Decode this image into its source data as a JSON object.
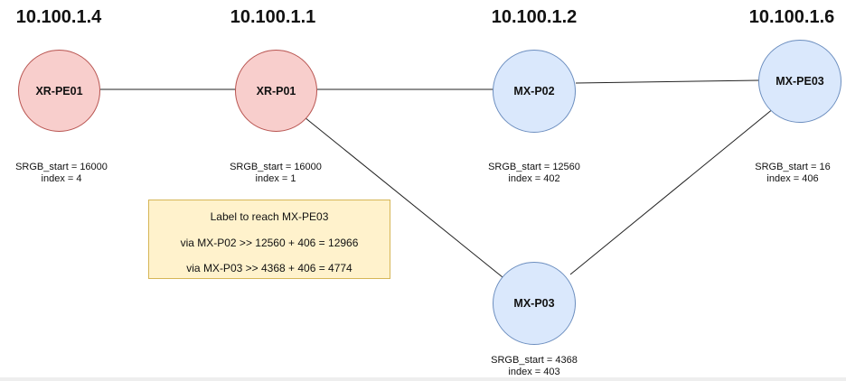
{
  "nodes": [
    {
      "id": "xr-pe01",
      "label": "XR-PE01",
      "ip": "10.100.1.4",
      "srgb": "SRGB_start = 16000",
      "index": "index = 4",
      "color": "#f8cecc"
    },
    {
      "id": "xr-p01",
      "label": "XR-P01",
      "ip": "10.100.1.1",
      "srgb": "SRGB_start = 16000",
      "index": "index = 1",
      "color": "#f8cecc"
    },
    {
      "id": "mx-p02",
      "label": "MX-P02",
      "ip": "10.100.1.2",
      "srgb": "SRGB_start = 12560",
      "index": "index = 402",
      "color": "#dae8fc"
    },
    {
      "id": "mx-pe03",
      "label": "MX-PE03",
      "ip": "10.100.1.6",
      "srgb": "SRGB_start = 16",
      "index": "index = 406",
      "color": "#dae8fc"
    },
    {
      "id": "mx-p03",
      "label": "MX-P03",
      "ip": "",
      "srgb": "SRGB_start = 4368",
      "index": "index = 403",
      "color": "#dae8fc"
    }
  ],
  "links": [
    {
      "from": "xr-pe01",
      "to": "xr-p01"
    },
    {
      "from": "xr-p01",
      "to": "mx-p02"
    },
    {
      "from": "mx-p02",
      "to": "mx-pe03"
    },
    {
      "from": "xr-p01",
      "to": "mx-p03"
    },
    {
      "from": "mx-p03",
      "to": "mx-pe03"
    }
  ],
  "note": {
    "title": "Label to reach MX-PE03",
    "line1": "via MX-P02 >> 12560 + 406 = 12966",
    "line2": "via MX-P03 >> 4368 + 406 = 4774",
    "color": "#fff2cc"
  }
}
